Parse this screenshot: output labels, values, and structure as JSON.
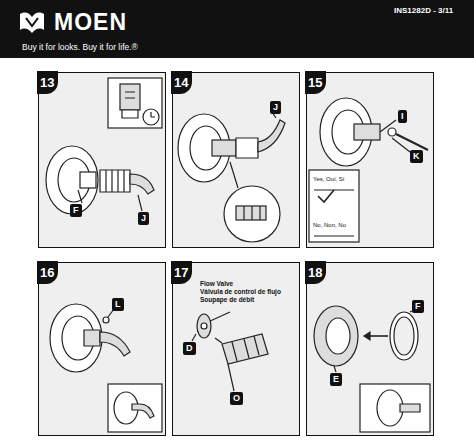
{
  "diagram": {
    "title": "MOEN",
    "nodes": [
      {
        "text": [
          "13"
        ]
      },
      {
        "text": [
          "14"
        ]
      },
      {
        "text": [
          "15"
        ]
      },
      {
        "text": [
          "16"
        ]
      },
      {
        "text": [
          "17"
        ]
      },
      {
        "text": [
          "18"
        ]
      }
    ],
    "labels": [
      "Buy it for looks. Buy it for life.®",
      "INS1282D - 3/11",
      "F",
      "J",
      "J",
      "I",
      "K",
      "Yes, Oui, Sí",
      "No, Non, No",
      "L",
      "Flow Valve",
      "Válvula de control de flujo",
      "Soupape de débit",
      "D",
      "O",
      "F",
      "E"
    ]
  }
}
